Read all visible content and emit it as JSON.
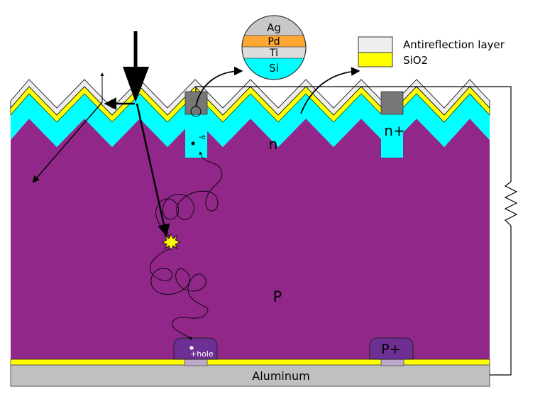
{
  "labels": {
    "n_region": "n",
    "n_plus": "n+",
    "p_region": "P",
    "p_plus": "P+",
    "aluminum": "Aluminum",
    "electron": "-e",
    "hole": "+hole"
  },
  "contact_stack": [
    "Ag",
    "Pd",
    "Ti",
    "Si"
  ],
  "legend": [
    {
      "label": "Antireflection layer",
      "color": "#eeeeee"
    },
    {
      "label": "SiO2",
      "color": "#ffff00"
    }
  ],
  "colors": {
    "p_substrate": "#912889",
    "n_layer": "#00ffff",
    "sio2": "#ffff00",
    "antireflection": "#eeeeee",
    "aluminum": "#c0c0c0",
    "p_plus": "#6d2f94",
    "metal_contact": "#777777",
    "ag": "#c8c8c8",
    "pd": "#ffa733",
    "ti": "#dddddd",
    "si": "#00ffff"
  }
}
